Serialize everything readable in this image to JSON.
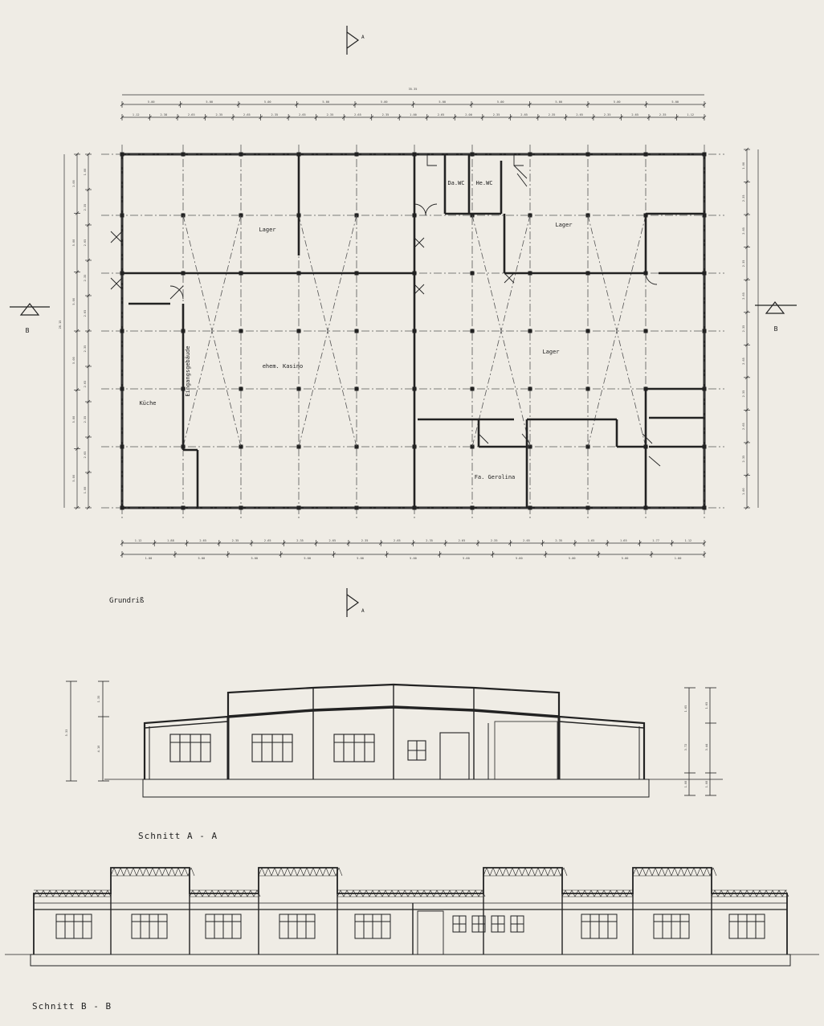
{
  "drawing": {
    "ink": "#222222",
    "paper": "#efece5",
    "floor_plan": {
      "caption": "Grundriß",
      "rooms": [
        {
          "label": "Lager"
        },
        {
          "label": "Da.WC"
        },
        {
          "label": "He.WC"
        },
        {
          "label": "Lager"
        },
        {
          "label": "ehem. Kasino"
        },
        {
          "label": "Küche"
        },
        {
          "label": "Eingangsgebäude"
        },
        {
          "label": "Lager"
        },
        {
          "label": "Fa. Gerolina"
        }
      ],
      "section_markers": {
        "a_top": "A",
        "a_bottom": "A",
        "b_left": "B",
        "b_right": "B"
      },
      "top_dims": {
        "overall": "35.35",
        "outer_row": [
          "5.00",
          "5.00",
          "5.00",
          "5.00",
          "5.00",
          "5.00",
          "5.00",
          "5.00",
          "5.00",
          "5.00"
        ],
        "inner_row": [
          "1.12",
          "2.38",
          "2.65",
          "2.35",
          "2.65",
          "2.35",
          "2.65",
          "2.35",
          "2.65",
          "2.35",
          "1.00",
          "2.65",
          "2.00",
          "2.35",
          "2.65",
          "2.35",
          "2.65",
          "2.35",
          "2.65",
          "2.35",
          "1.12"
        ]
      },
      "bottom_dims": {
        "inner_row": [
          "1.12",
          "1.88",
          "2.65",
          "2.35",
          "2.65",
          "2.35",
          "2.65",
          "2.35",
          "2.65",
          "2.35",
          "2.65",
          "2.35",
          "2.65",
          "2.35",
          "1.65",
          "1.65",
          "1.77",
          "1.12"
        ],
        "outer_row": [
          "1.00",
          "5.00",
          "5.00",
          "5.00",
          "5.00",
          "5.00",
          "5.00",
          "5.00",
          "5.00",
          "5.00",
          "1.00"
        ]
      },
      "left_dims": {
        "overall": "20.15",
        "outer_row": [
          "1.00",
          "5.00",
          "5.00",
          "5.00",
          "5.00",
          "5.00"
        ],
        "inner_row": [
          "1.00",
          "2.35",
          "2.65",
          "2.35",
          "2.65",
          "2.35",
          "2.65",
          "2.35",
          "2.65",
          "1.00"
        ]
      },
      "right_dims": {
        "inner_row": [
          "1.00",
          "2.35",
          "2.65",
          "2.35",
          "2.65",
          "2.35",
          "2.65",
          "2.35",
          "2.65",
          "2.35",
          "1.00"
        ]
      }
    },
    "section_aa": {
      "caption": "Schnitt A - A",
      "left_dims": [
        "5.33",
        "1.35",
        "4.10"
      ],
      "right_dims": [
        "1.65",
        "1.65",
        "3.72",
        "3.44",
        "1.00",
        "1.00"
      ]
    },
    "section_bb": {
      "caption": "Schnitt B - B"
    }
  }
}
